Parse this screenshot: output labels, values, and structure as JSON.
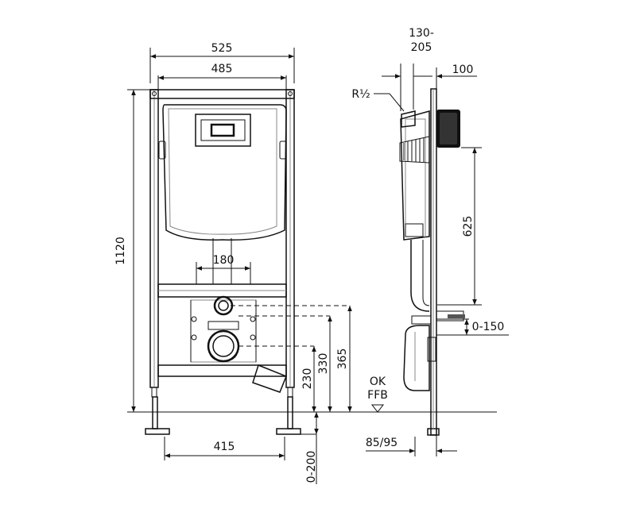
{
  "front_view": {
    "width_outer": "525",
    "width_inner": "485",
    "height_total": "1120",
    "outlet_spacing": "180",
    "foot_spacing": "415",
    "drain_height": "230",
    "outlet_height": "330",
    "supply_height": "365",
    "foot_adjust": "0-200"
  },
  "side_view": {
    "depth_range_line1": "130-",
    "depth_range_line2": "205",
    "depth_top": "100",
    "thread": "R½",
    "cistern_height": "625",
    "projection": "0-150",
    "floor_line1": "OK",
    "floor_line2": "FFB",
    "foot_depth": "85/95"
  }
}
